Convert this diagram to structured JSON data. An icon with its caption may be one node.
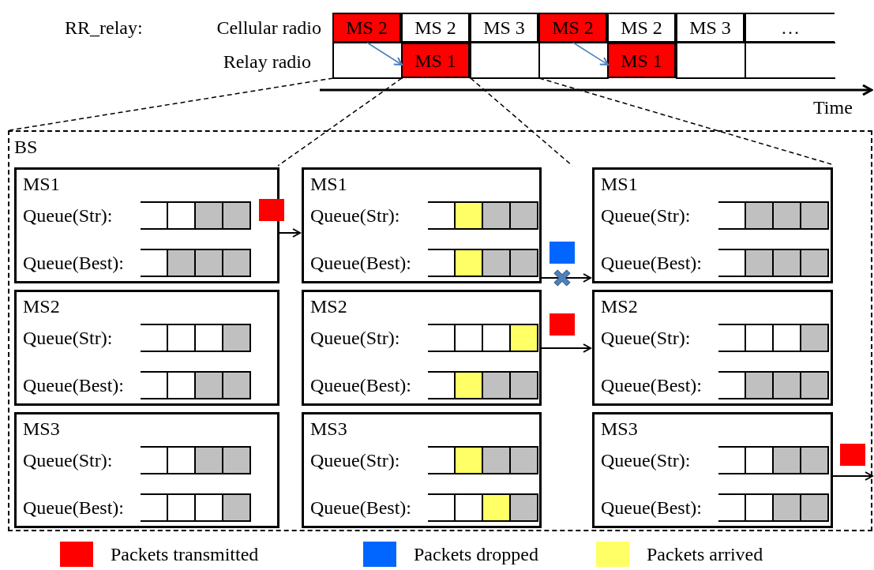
{
  "diagram": {
    "nodes": [
      {
        "text": [
          "MS 2"
        ]
      },
      {
        "text": [
          "MS 2"
        ]
      },
      {
        "text": [
          "MS 3"
        ]
      },
      {
        "text": [
          "MS 2"
        ]
      },
      {
        "text": [
          "MS 2"
        ]
      },
      {
        "text": [
          "MS 3"
        ]
      },
      {
        "text": [
          "…"
        ]
      },
      {
        "text": [
          "MS 1"
        ]
      },
      {
        "text": [
          "MS 1"
        ]
      },
      {
        "text": [
          "BS"
        ]
      },
      {
        "text": [
          "MS1",
          "Queue(Str):",
          "Queue(Best):"
        ],
        "in": 9
      },
      {
        "text": [
          "MS1",
          "Queue(Str):",
          "Queue(Best):"
        ],
        "in": 9
      },
      {
        "text": [
          "MS1",
          "Queue(Str):",
          "Queue(Best):"
        ],
        "in": 9
      },
      {
        "text": [
          "MS2",
          "Queue(Str):",
          "Queue(Best):"
        ],
        "in": 9
      },
      {
        "text": [
          "MS2",
          "Queue(Str):",
          "Queue(Best):"
        ],
        "in": 9
      },
      {
        "text": [
          "MS2",
          "Queue(Str):",
          "Queue(Best):"
        ],
        "in": 9
      },
      {
        "text": [
          "MS3",
          "Queue(Str):",
          "Queue(Best):"
        ],
        "in": 9
      },
      {
        "text": [
          "MS3",
          "Queue(Str):",
          "Queue(Best):"
        ],
        "in": 9
      },
      {
        "text": [
          "MS3",
          "Queue(Str):",
          "Queue(Best):"
        ],
        "in": 9
      }
    ],
    "edges": [
      {
        "from": 0,
        "to": 7,
        "arrow": "to",
        "color": "#4a7ebb"
      },
      {
        "from": 3,
        "to": 8,
        "arrow": "to",
        "color": "#4a7ebb"
      },
      {
        "from": 10,
        "to": 11,
        "arrow": "to"
      },
      {
        "from": 11,
        "to": 12,
        "arrow": "to"
      },
      {
        "from": 14,
        "to": 15,
        "arrow": "to"
      },
      {
        "from": 18,
        "to": 9,
        "arrow": "to"
      },
      {
        "from": 7,
        "to": 10,
        "arrow": "none",
        "style": "dashed"
      },
      {
        "from": 7,
        "to": null,
        "arrow": "none",
        "style": "dashed"
      }
    ],
    "labels": [
      "RR_relay:",
      "Cellular radio",
      "Relay radio",
      "Time"
    ],
    "legend": [
      {
        "text": "Packets transmitted",
        "color": "#ff0000"
      },
      {
        "text": "Packets dropped",
        "color": "#0066ff"
      },
      {
        "text": "Packets arrived",
        "color": "#ffff66"
      }
    ]
  }
}
